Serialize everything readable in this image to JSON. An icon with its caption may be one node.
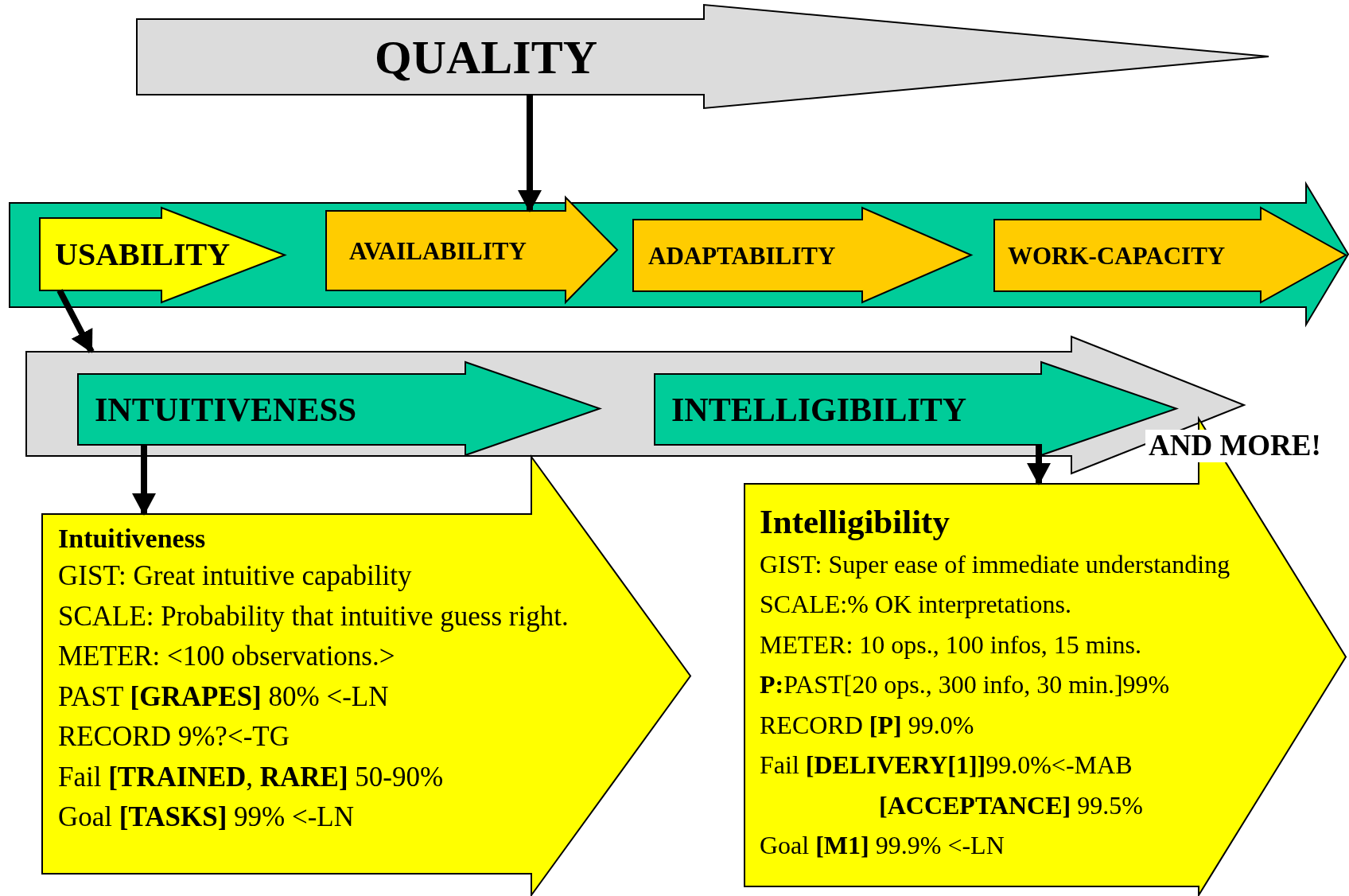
{
  "diagram": {
    "nodes": [
      {
        "text": [
          "QUALITY"
        ]
      },
      {
        "text": [],
        "shape": "arrow"
      },
      {
        "text": [
          "USABILITY"
        ],
        "in": 1
      },
      {
        "text": [
          "AVAILABILITY"
        ],
        "in": 1
      },
      {
        "text": [
          "ADAPTABILITY"
        ],
        "in": 1
      },
      {
        "text": [
          "WORK-CAPACITY"
        ],
        "in": 1
      },
      {
        "text": [],
        "shape": "arrow"
      },
      {
        "text": [
          "INTUITIVENESS"
        ],
        "in": 6
      },
      {
        "text": [
          "INTELLIGIBILITY"
        ],
        "in": 6
      },
      {
        "text": [
          "Intuitiveness",
          "GIST: Great intuitive capability",
          "SCALE: Probability that intuitive guess right.",
          "METER: <100 observations.>",
          "PAST **[GRAPES]** 80% <-LN",
          "RECORD 9%?<-TG",
          "Fail **[TRAINED**, **RARE]** 50-90%",
          "Goal **[TASKS]** 99% <-LN"
        ]
      },
      {
        "text": [
          "Intelligibility",
          "GIST: Super ease of immediate understanding",
          "SCALE:% OK interpretations.",
          "METER: 10 ops., 100 infos, 15 mins.",
          "**P:**PAST[20 ops., 300 info, 30 min.]99%",
          "RECORD **[P]** 99.0%",
          "Fail **[DELIVERY[1]]**99.0%<-MAB",
          "**[ACCEPTANCE]** 99.5%",
          "Goal **[M1]** 99.9% <-LN"
        ]
      }
    ],
    "edges": [
      {
        "from": 0,
        "to": 3,
        "arrow": "to"
      },
      {
        "from": 2,
        "to": 6,
        "arrow": "to"
      },
      {
        "from": 7,
        "to": 9,
        "arrow": "to"
      },
      {
        "from": 8,
        "to": 10,
        "arrow": "to"
      }
    ],
    "labels": [
      "AND MORE!"
    ]
  }
}
